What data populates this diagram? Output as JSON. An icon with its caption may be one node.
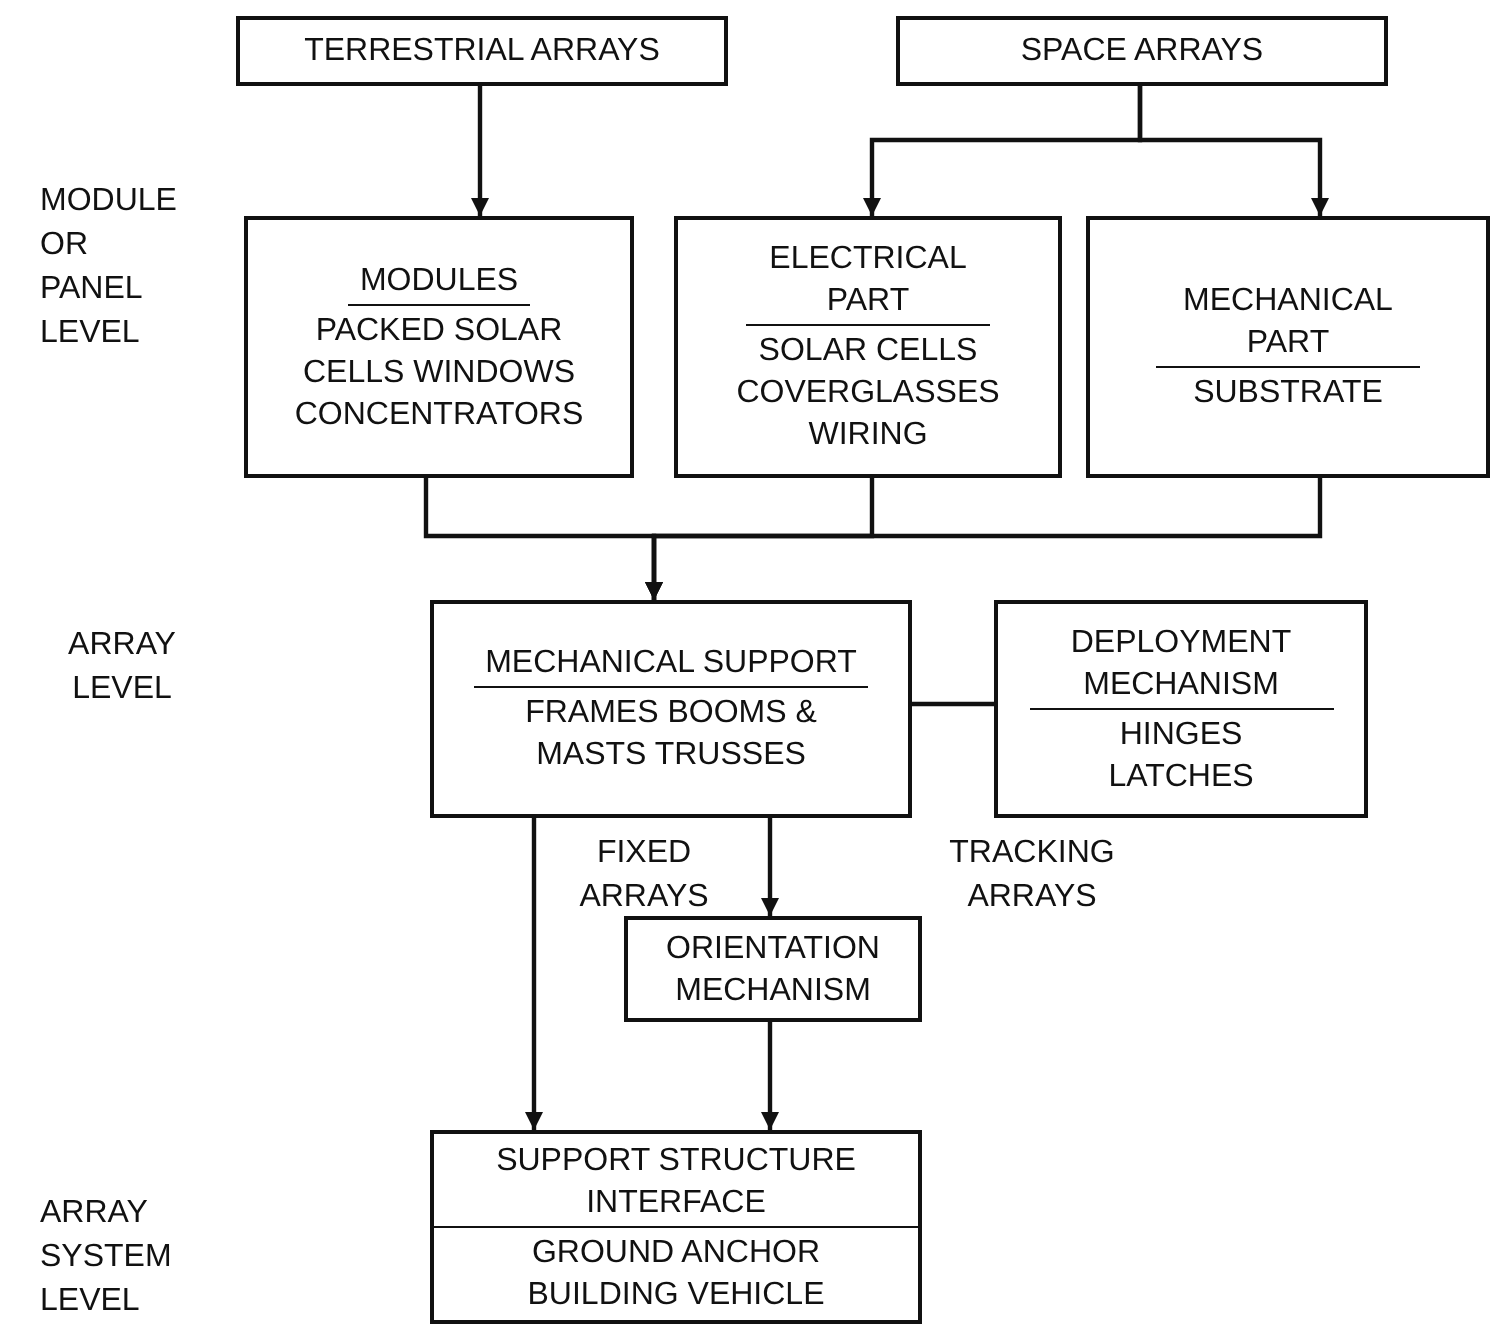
{
  "diagram": {
    "nodes": [
      {
        "text": [
          "TERRESTRIAL ARRAYS"
        ]
      },
      {
        "text": [
          "SPACE ARRAYS"
        ]
      },
      {
        "text": [
          "MODULES",
          "PACKED SOLAR CELLS WINDOWS CONCENTRATORS"
        ]
      },
      {
        "text": [
          "ELECTRICAL PART",
          "SOLAR CELLS COVERGLASSES WIRING"
        ]
      },
      {
        "text": [
          "MECHANICAL PART",
          "SUBSTRATE"
        ]
      },
      {
        "text": [
          "MECHANICAL SUPPORT",
          "FRAMES BOOMS & MASTS TRUSSES"
        ]
      },
      {
        "text": [
          "DEPLOYMENT MECHANISM",
          "HINGES LATCHES"
        ]
      },
      {
        "text": [
          "ORIENTATION MECHANISM"
        ]
      },
      {
        "text": [
          "SUPPORT STRUCTURE INTERFACE",
          "GROUND ANCHOR BUILDING VEHICLE"
        ]
      }
    ],
    "edges": [
      {
        "from": 0,
        "to": 2,
        "arrow": "to"
      },
      {
        "from": 1,
        "to": 3,
        "arrow": "to"
      },
      {
        "from": 1,
        "to": 4,
        "arrow": "to"
      },
      {
        "from": 2,
        "to": 5,
        "arrow": "to"
      },
      {
        "from": 3,
        "to": 5,
        "arrow": "to"
      },
      {
        "from": 4,
        "to": 5,
        "arrow": "to"
      },
      {
        "from": 5,
        "to": 6,
        "arrow": "none"
      },
      {
        "from": 5,
        "to": 8,
        "arrow": "to"
      },
      {
        "from": 5,
        "to": 7,
        "arrow": "to"
      },
      {
        "from": 7,
        "to": 8,
        "arrow": "to"
      }
    ],
    "labels": [
      "MODULE OR PANEL LEVEL",
      "ARRAY LEVEL",
      "FIXED ARRAYS",
      "TRACKING ARRAYS",
      "ARRAY SYSTEM LEVEL"
    ]
  }
}
